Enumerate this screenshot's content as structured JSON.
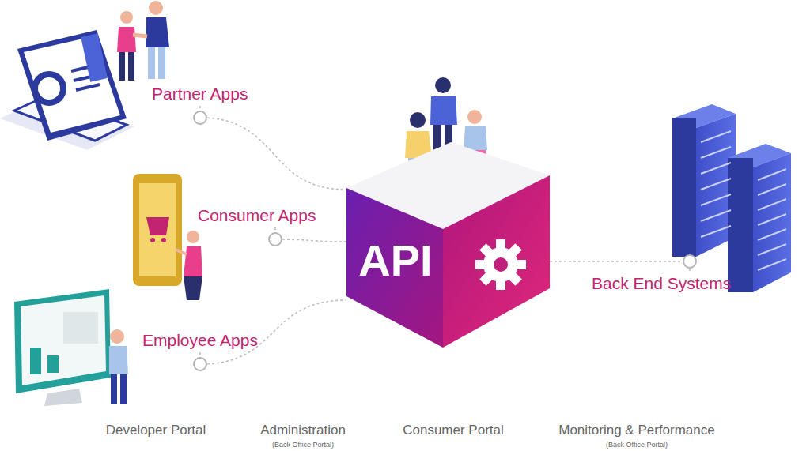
{
  "diagram": {
    "nodes": [
      {
        "text": [
          "Partner Apps"
        ]
      },
      {
        "text": [
          "Consumer Apps"
        ]
      },
      {
        "text": [
          "Employee Apps"
        ]
      },
      {
        "text": [
          "API"
        ]
      },
      {
        "text": [
          "Back End Systems"
        ]
      }
    ],
    "edges": [
      {
        "from": 0,
        "to": 3,
        "arrow": "none"
      },
      {
        "from": 1,
        "to": 3,
        "arrow": "none"
      },
      {
        "from": 2,
        "to": 3,
        "arrow": "none"
      },
      {
        "from": 3,
        "to": 4,
        "arrow": "none"
      }
    ],
    "labels": [
      "Developer Portal",
      "Administration",
      "(Back Office Portal)",
      "Consumer Portal",
      "Monitoring & Performance",
      "(Back Office Portal)"
    ]
  }
}
